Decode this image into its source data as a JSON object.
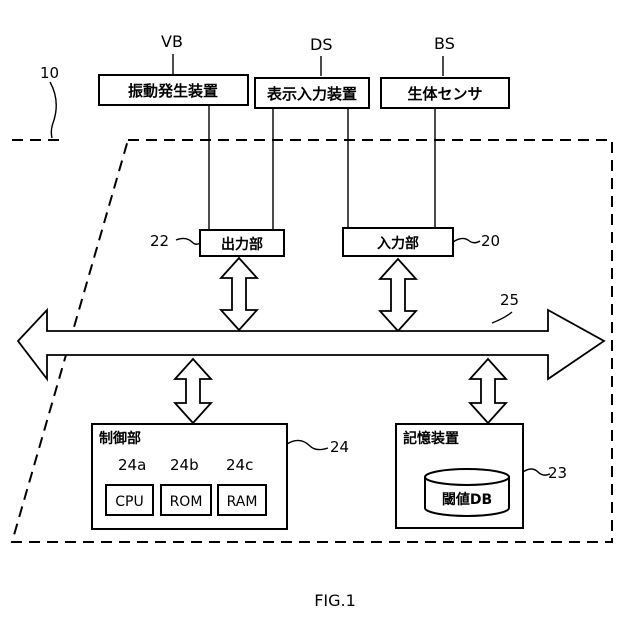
{
  "figure_label": "FIG.1",
  "system": {
    "ref": "10"
  },
  "external_devices": [
    {
      "ref": "VB",
      "label": "振動発生装置"
    },
    {
      "ref": "DS",
      "label": "表示入力装置"
    },
    {
      "ref": "BS",
      "label": "生体センサ"
    }
  ],
  "output_unit": {
    "ref": "22",
    "label": "出力部"
  },
  "input_unit": {
    "ref": "20",
    "label": "入力部"
  },
  "bus": {
    "ref": "25"
  },
  "control_unit": {
    "ref": "24",
    "label": "制御部",
    "components": [
      {
        "ref": "24a",
        "label": "CPU"
      },
      {
        "ref": "24b",
        "label": "ROM"
      },
      {
        "ref": "24c",
        "label": "RAM"
      }
    ]
  },
  "storage": {
    "ref": "23",
    "label": "記憶装置",
    "db_label": "閾値DB"
  }
}
